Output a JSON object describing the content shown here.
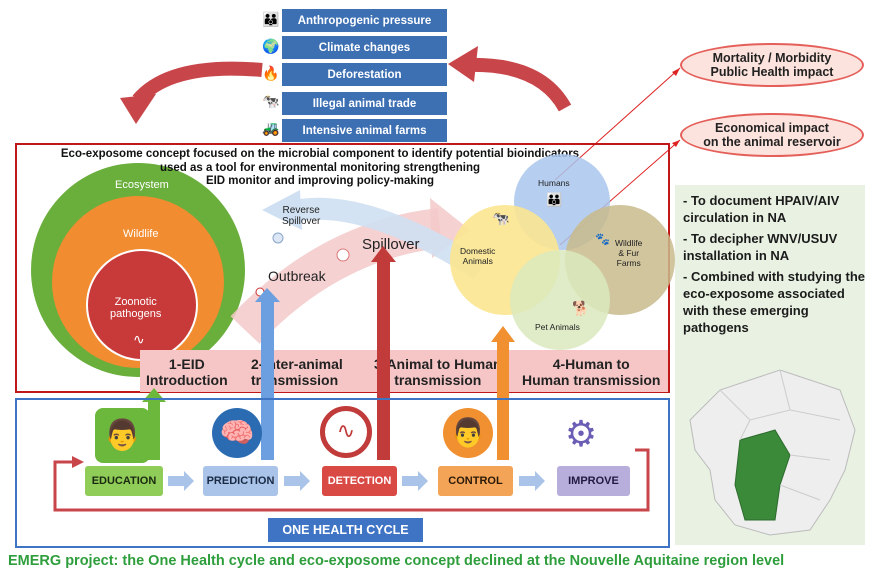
{
  "pressures": [
    {
      "label": "Anthropogenic pressure",
      "icon": "people-icon"
    },
    {
      "label": "Climate changes",
      "icon": "globe-icon"
    },
    {
      "label": "Deforestation",
      "icon": "fire-icon"
    },
    {
      "label": "Illegal animal trade",
      "icon": "animal-icon"
    },
    {
      "label": "Intensive animal farms",
      "icon": "farm-icon"
    }
  ],
  "impacts": {
    "mortality": [
      "Mortality / Morbidity",
      "Public Health impact"
    ],
    "economical": [
      "Economical impact",
      "on the animal reservoir"
    ]
  },
  "eco_title": [
    "Eco-exposome concept focused on the microbial component to identify potential bioindicators",
    "used as a tool for environmental monitoring strengthening",
    "EID monitor and improving policy-making"
  ],
  "circles": {
    "ecosystem": "Ecosystem",
    "wildlife": "Wildlife",
    "zoonotic": [
      "Zoonotic",
      "pathogens"
    ]
  },
  "flow": {
    "reverse": [
      "Reverse",
      "Spillover"
    ],
    "spillover": "Spillover",
    "outbreak": "Outbreak"
  },
  "venn": {
    "humans": "Humans",
    "domestic": [
      "Domestic",
      "Animals"
    ],
    "wildlife": [
      "Wildlife",
      "& Fur",
      "Farms"
    ],
    "pet": "Pet Animals"
  },
  "stages": [
    [
      "1-EID",
      "Introduction"
    ],
    [
      "2-Inter-animal",
      "transmission"
    ],
    [
      "3-Animal to Human",
      "transmission"
    ],
    [
      "4-Human to",
      "Human transmission"
    ]
  ],
  "cycle": {
    "steps": [
      "EDUCATION",
      "PREDICTION",
      "DETECTION",
      "CONTROL",
      "IMPROVE"
    ],
    "title": "ONE HEALTH CYCLE"
  },
  "bullets": [
    "- To document HPAIV/AIV circulation in NA",
    "- To decipher WNV/USUV installation in NA",
    "- Combined with studying the eco-exposome associated with these emerging pathogens"
  ],
  "caption": "EMERG project: the One Health cycle and eco-exposome concept declined at the Nouvelle Aquitaine region level",
  "colors": {
    "pressure_box": "#3d6fb3",
    "ecosystem": "#6aae3c",
    "wildlife": "#f28c30",
    "zoonotic": "#c83a3a",
    "caption": "#2e9e3c",
    "red_frame": "#c01818",
    "blue_frame": "#3f74c4"
  }
}
